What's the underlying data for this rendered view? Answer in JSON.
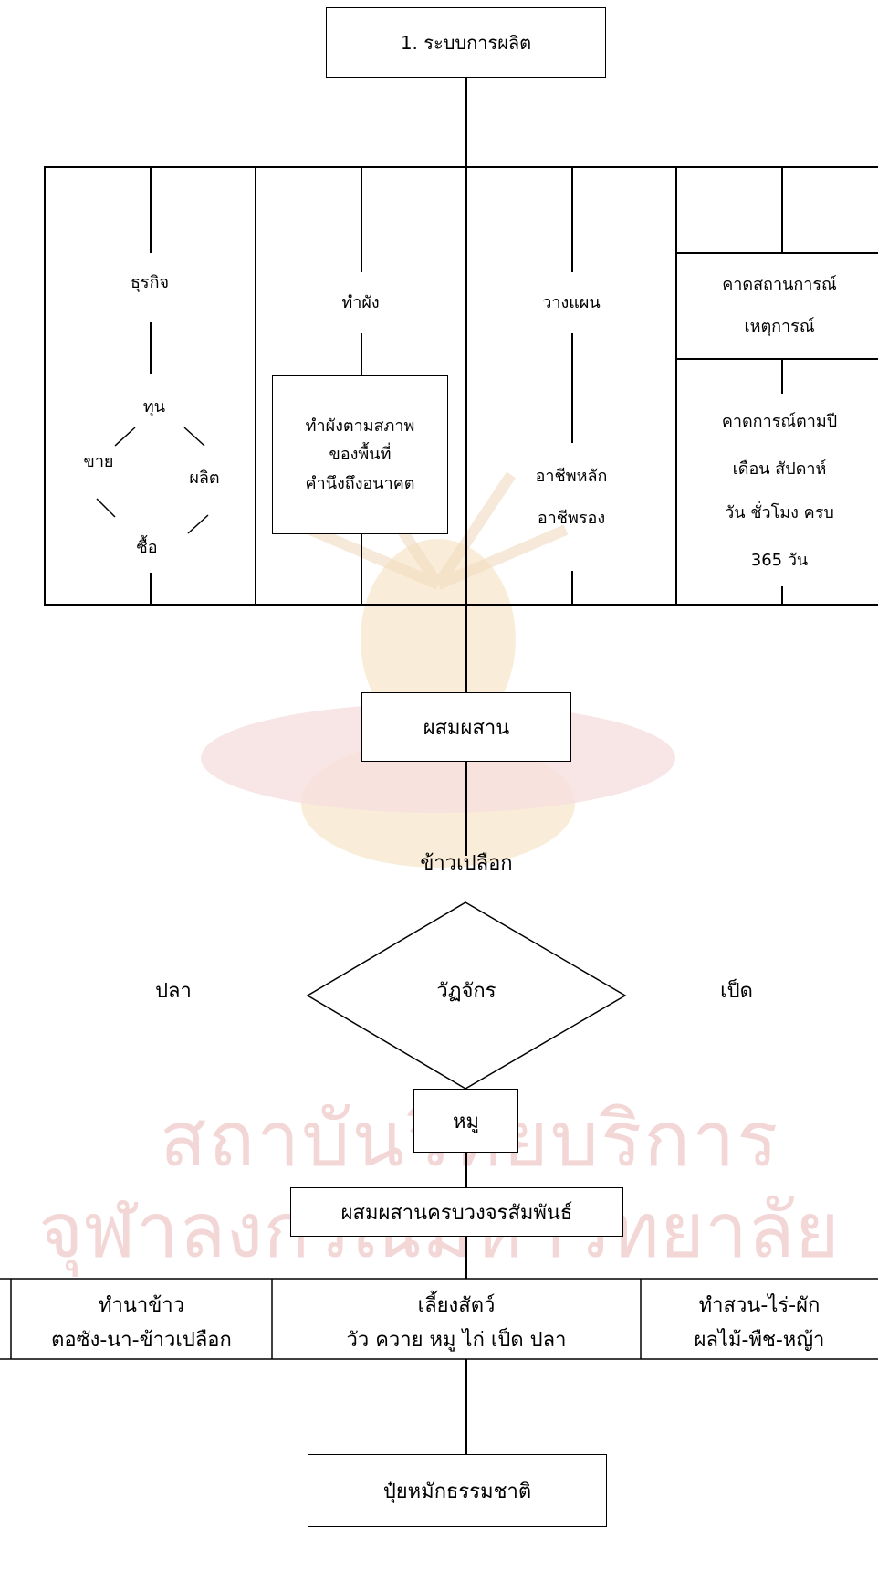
{
  "diagram": {
    "title": "1. ระบบการผลิต",
    "columns": {
      "business": {
        "label": "ธุรกิจ",
        "cycle": {
          "top": "ทุน",
          "left": "ขาย",
          "right": "ผลิต",
          "bottom": "ซื้อ"
        }
      },
      "layout": {
        "label": "ทำผัง",
        "box_lines": [
          "ทำผังตามสภาพ",
          "ของพื้นที่",
          "คำนึงถึงอนาคต"
        ]
      },
      "planning": {
        "label": "วางแผน",
        "occupations": [
          "อาชีพหลัก",
          "อาชีพรอง"
        ]
      },
      "forecast": {
        "label_lines": [
          "คาดสถานการณ์",
          "เหตุการณ์"
        ],
        "detail_lines": [
          "คาดการณ์ตามปี",
          "เดือน สัปดาห์",
          "วัน ชั่วโมง ครบ",
          "365 วัน"
        ]
      }
    },
    "integrate_box": "ผสมผสาน",
    "paddy_label": "ข้าวเปลือก",
    "cycle_diamond": "วัฏจักร",
    "left_label": "ปลา",
    "right_label": "เป็ด",
    "pig_box": "หมู",
    "full_integration_box": "ผสมผสานครบวงจรสัมพันธ์",
    "outputs": [
      {
        "line1": "ทำนาข้าว",
        "line2": "ตอซัง-นา-ข้าวเปลือก"
      },
      {
        "line1": "เลี้ยงสัตว์",
        "line2": "วัว ควาย หมู ไก่ เป็ด ปลา"
      },
      {
        "line1": "ทำสวน-ไร่-ผัก",
        "line2": "ผลไม้-พืช-หญ้า"
      }
    ],
    "fertilizer_box": "ปุ๋ยหมักธรรมชาติ"
  },
  "watermark": {
    "text_line1": "สถาบันวิทยบริการ",
    "text_line2": "จุฬาลงกรณ์มหาวิทยาลัย",
    "color": "#f3d7d7"
  },
  "colors": {
    "line": "#000000",
    "background": "#ffffff"
  }
}
